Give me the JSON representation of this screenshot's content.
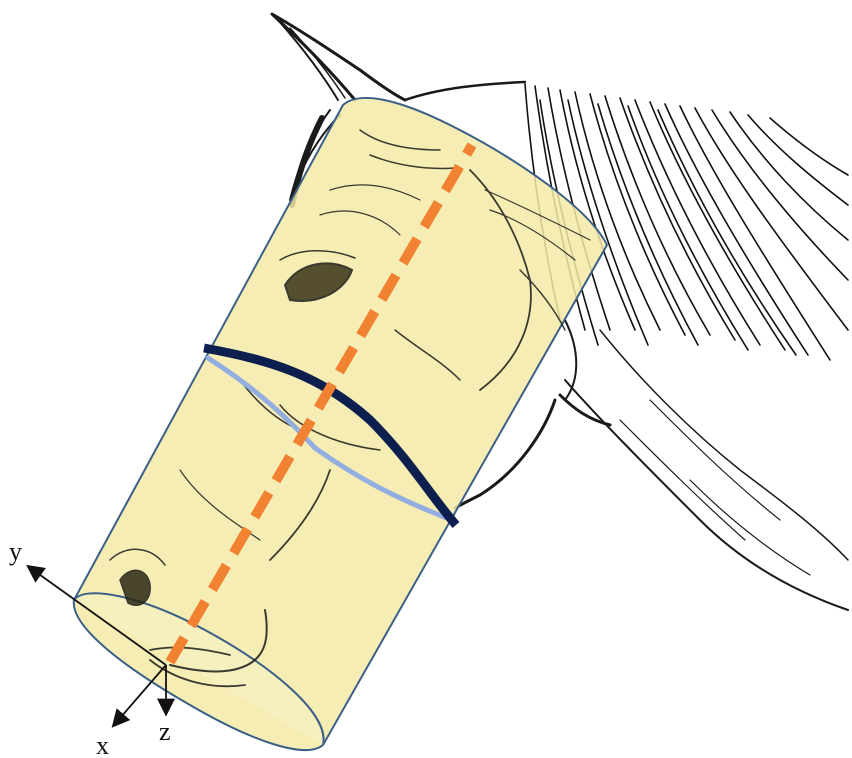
{
  "figure": {
    "axes": {
      "x_label": "x",
      "y_label": "y",
      "z_label": "z"
    },
    "colors": {
      "cylinder_fill": "#f3eaa6",
      "cylinder_outline": "#3b5f87",
      "centerline": "#f08232",
      "band_front": "#0d1f4f",
      "band_back": "#93aee0",
      "sketch_ink": "#1a1a1a"
    }
  }
}
